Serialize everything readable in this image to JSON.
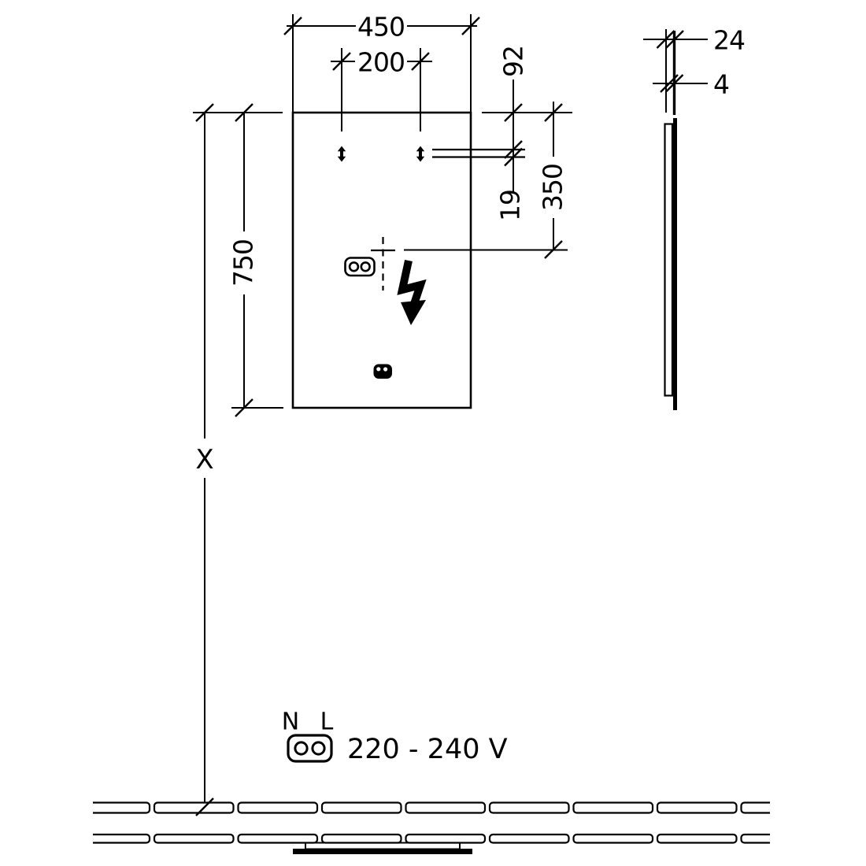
{
  "colors": {
    "ink": "#000000",
    "paper": "#ffffff"
  },
  "front_view": {
    "width_mm": "450",
    "mount_hole_spacing_mm": "200",
    "top_to_mount_mm": "92",
    "mount_offset_mm": "19",
    "top_to_connection_mm": "350",
    "height_mm": "750",
    "mounting_height": "X"
  },
  "side_view": {
    "total_depth_mm": "24",
    "glass_thickness_mm": "4"
  },
  "power_legend": {
    "neutral": "N",
    "line": "L",
    "voltage_range": "220 - 240 V"
  }
}
